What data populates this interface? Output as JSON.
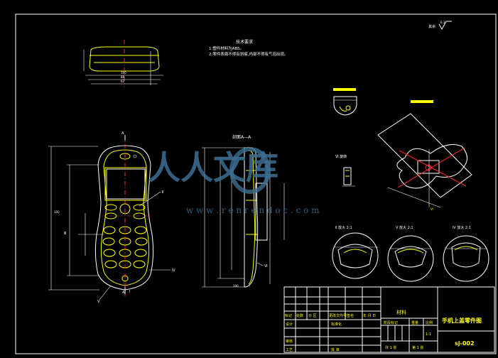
{
  "drawing": {
    "tech_req_title": "技术要求",
    "tech_req_1": "1.塑件材料为ABS。",
    "tech_req_2": "2.零件表面不得有划痕,内部不得有气泡出现。",
    "roughness_label": "其余",
    "roughness_value": "6.3",
    "section_title": "剖面A—A",
    "view_label_rotate": "Ⅵ 旋转",
    "detail_2": "Ⅱ 放大 2:1",
    "detail_5": "Ⅴ 放大 2:1",
    "detail_4": "Ⅳ 放大 2:1",
    "callout_a_top": "A",
    "callout_a_bottom": "A",
    "callout_i": "Ⅰ",
    "callout_ii": "Ⅱ",
    "callout_iii": "Ⅲ",
    "callout_iv": "Ⅳ",
    "callout_v": "Ⅴ",
    "callout_vi": "Ⅵ"
  },
  "watermark": {
    "main": "人人文库",
    "url": "w w w . r e n r e n d o c . c o m"
  },
  "title_block": {
    "h_mark": "标记",
    "h_count": "处数",
    "h_zone": "分 区",
    "h_doc": "更改文件号",
    "h_sign": "签名",
    "h_date": "年 月 日",
    "design": "设计",
    "standard": "标准化",
    "review": "审核",
    "process": "工艺",
    "approve": "批 准",
    "material": "材料",
    "stage_mark": "阶段标记",
    "weight": "重量",
    "scale": "比例",
    "scale_value": "1:1",
    "sheets_total": "共 1 张",
    "sheet_no": "第 1 张",
    "part_name": "手机上盖零件图",
    "drawing_no": "sj-002"
  }
}
